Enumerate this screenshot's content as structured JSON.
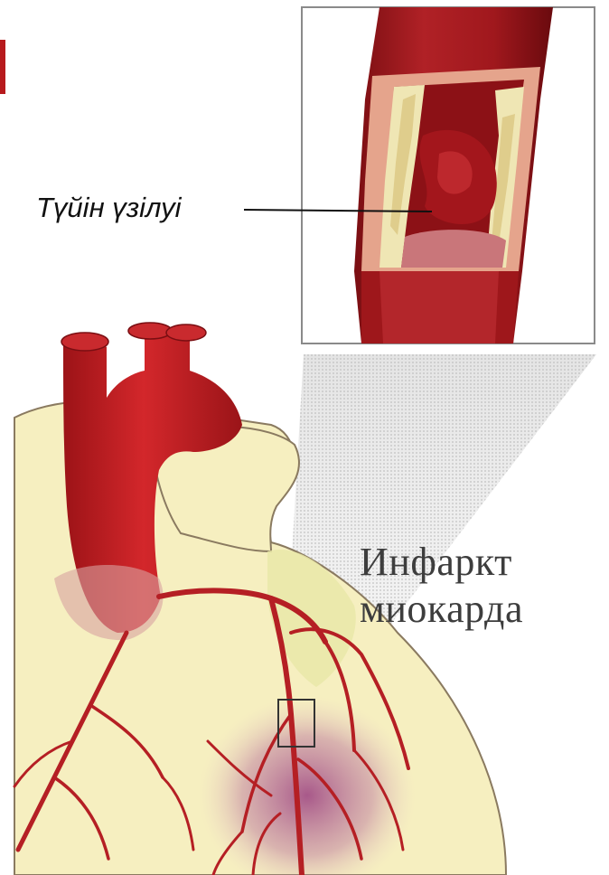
{
  "labels": {
    "plaque_rupture": "Түйін үзілуі",
    "myocardial_infarction": [
      "Инфаркт",
      "миокарда"
    ]
  },
  "colors": {
    "artery_red": "#b71a1d",
    "heart_tissue": "#f6efc0",
    "plaque": "#efe6b4",
    "infarct_zone": "#9a3e80",
    "background": "#ffffff"
  }
}
